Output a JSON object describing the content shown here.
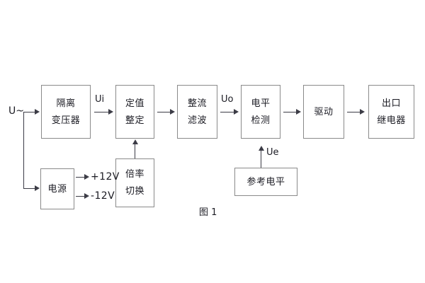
{
  "figure": {
    "caption": "图 1",
    "source_label": "U~",
    "colors": {
      "box_border": "#8a8a8a",
      "line": "#3c3c46",
      "text": "#1b1b23",
      "background": "#ffffff"
    }
  },
  "blocks": [
    {
      "id": "isolation-transformer",
      "line1": "隔离",
      "line2": "变压器"
    },
    {
      "id": "setting-value",
      "line1": "定值",
      "line2": "整定"
    },
    {
      "id": "rectify-filter",
      "line1": "整流",
      "line2": "滤波"
    },
    {
      "id": "level-detect",
      "line1": "电平",
      "line2": "检测"
    },
    {
      "id": "drive",
      "line1": "驱动",
      "line2": ""
    },
    {
      "id": "output-relay",
      "line1": "出口",
      "line2": "继电器"
    },
    {
      "id": "power-supply",
      "line1": "电源",
      "line2": ""
    },
    {
      "id": "ratio-switch",
      "line1": "倍率",
      "line2": "切换"
    },
    {
      "id": "reference-level",
      "line1": "参考电平",
      "line2": ""
    }
  ],
  "signals": {
    "ui": "Ui",
    "uo": "Uo",
    "ue": "Ue"
  },
  "rails": {
    "positive": "+12V",
    "negative": "-12V"
  }
}
